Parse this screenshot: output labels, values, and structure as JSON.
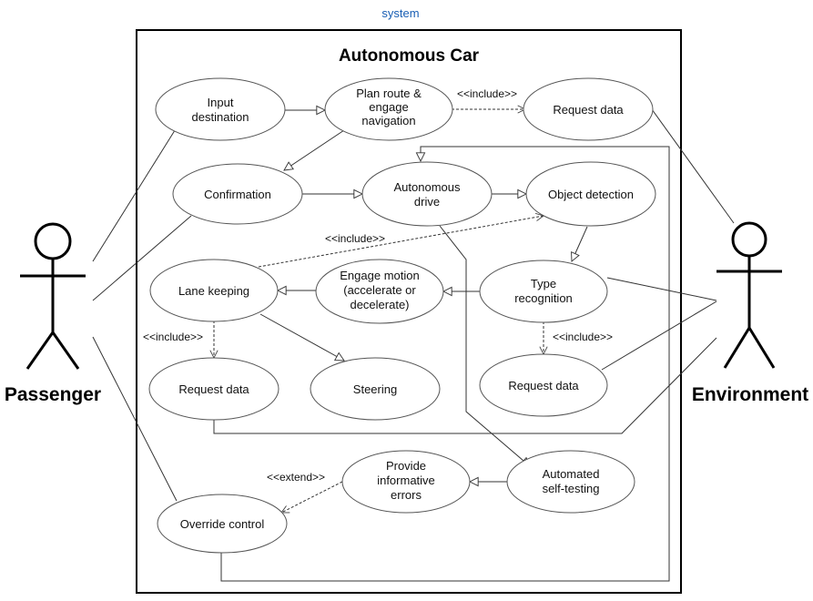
{
  "header": {
    "label": "system",
    "color": "#1a5fb4"
  },
  "system_title": "Autonomous Car",
  "actors": {
    "left": "Passenger",
    "right": "Environment"
  },
  "use_cases": {
    "input_destination": [
      "Input",
      "destination"
    ],
    "plan_route": [
      "Plan route &",
      "engage",
      "navigation"
    ],
    "request_data_top": [
      "Request data"
    ],
    "confirmation": [
      "Confirmation"
    ],
    "autonomous_drive": [
      "Autonomous",
      "drive"
    ],
    "object_detection": [
      "Object detection"
    ],
    "lane_keeping": [
      "Lane keeping"
    ],
    "engage_motion": [
      "Engage motion",
      "(accelerate or",
      "decelerate)"
    ],
    "type_recognition": [
      "Type",
      "recognition"
    ],
    "request_data_left": [
      "Request data"
    ],
    "steering": [
      "Steering"
    ],
    "request_data_right": [
      "Request data"
    ],
    "provide_errors": [
      "Provide",
      "informative",
      "errors"
    ],
    "automated_self_testing": [
      "Automated",
      "self-testing"
    ],
    "override_control": [
      "Override control"
    ]
  },
  "stereotypes": {
    "include_plan_request": "<<include>>",
    "include_lane_object": "<<include>>",
    "include_lane_request": "<<include>>",
    "include_type_request": "<<include>>",
    "extend_errors_override": "<<extend>>"
  }
}
